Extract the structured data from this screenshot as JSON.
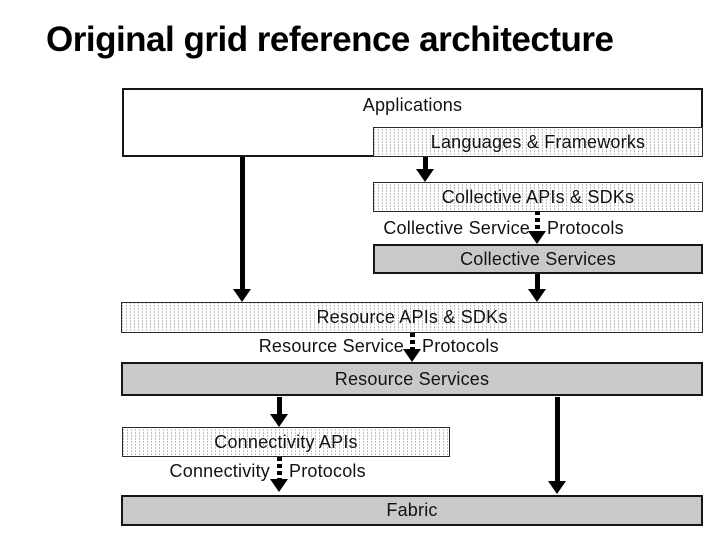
{
  "title": "Original grid reference architecture",
  "diagram": {
    "boxes": {
      "applications": "Applications",
      "languages_frameworks": "Languages & Frameworks",
      "collective_apis": "Collective APIs & SDKs",
      "collective_services": "Collective Services",
      "resource_apis": "Resource APIs & SDKs",
      "resource_services": "Resource Services",
      "connectivity_apis": "Connectivity APIs",
      "fabric": "Fabric"
    },
    "protocols": {
      "collective": {
        "left": "Collective Service",
        "right": "Protocols"
      },
      "resource": {
        "left": "Resource Service",
        "right": "Protocols"
      },
      "connectivity": {
        "left": "Connectivity",
        "right": "Protocols"
      }
    },
    "colors": {
      "service_box_fill": "#c9c9c9",
      "white_box_fill": "#ffffff",
      "box_border": "#161616",
      "hatch_line": "#bfbfbf",
      "arrow": "#000000",
      "text": "#121212"
    }
  }
}
